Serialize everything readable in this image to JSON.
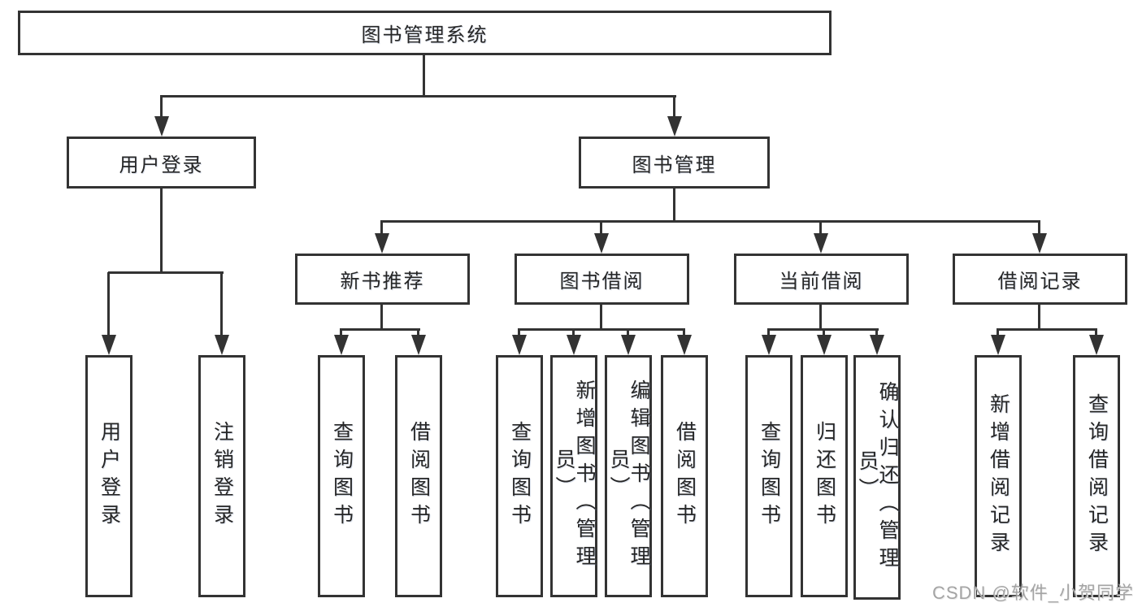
{
  "diagram_title": "图书管理系统",
  "tree": {
    "label": "图书管理系统",
    "children": [
      {
        "label": "用户登录",
        "children": [
          {
            "label": "用户登录"
          },
          {
            "label": "注销登录"
          }
        ]
      },
      {
        "label": "图书管理",
        "children": [
          {
            "label": "新书推荐",
            "children": [
              {
                "label": "查询图书"
              },
              {
                "label": "借阅图书"
              }
            ]
          },
          {
            "label": "图书借阅",
            "children": [
              {
                "label": "查询图书"
              },
              {
                "label": "新增图书（管理员）"
              },
              {
                "label": "编辑图书（管理员）"
              },
              {
                "label": "借阅图书"
              }
            ]
          },
          {
            "label": "当前借阅",
            "children": [
              {
                "label": "查询图书"
              },
              {
                "label": "归还图书"
              },
              {
                "label": "确认归还（管理员）"
              }
            ]
          },
          {
            "label": "借阅记录",
            "children": [
              {
                "label": "新增借阅记录"
              },
              {
                "label": "查询借阅记录"
              }
            ]
          }
        ]
      }
    ]
  },
  "watermark": "CSDN @软件_小贺同学",
  "colors": {
    "line": "#333333",
    "text": "#262626",
    "background": "#ffffff",
    "watermark": "#969696"
  }
}
